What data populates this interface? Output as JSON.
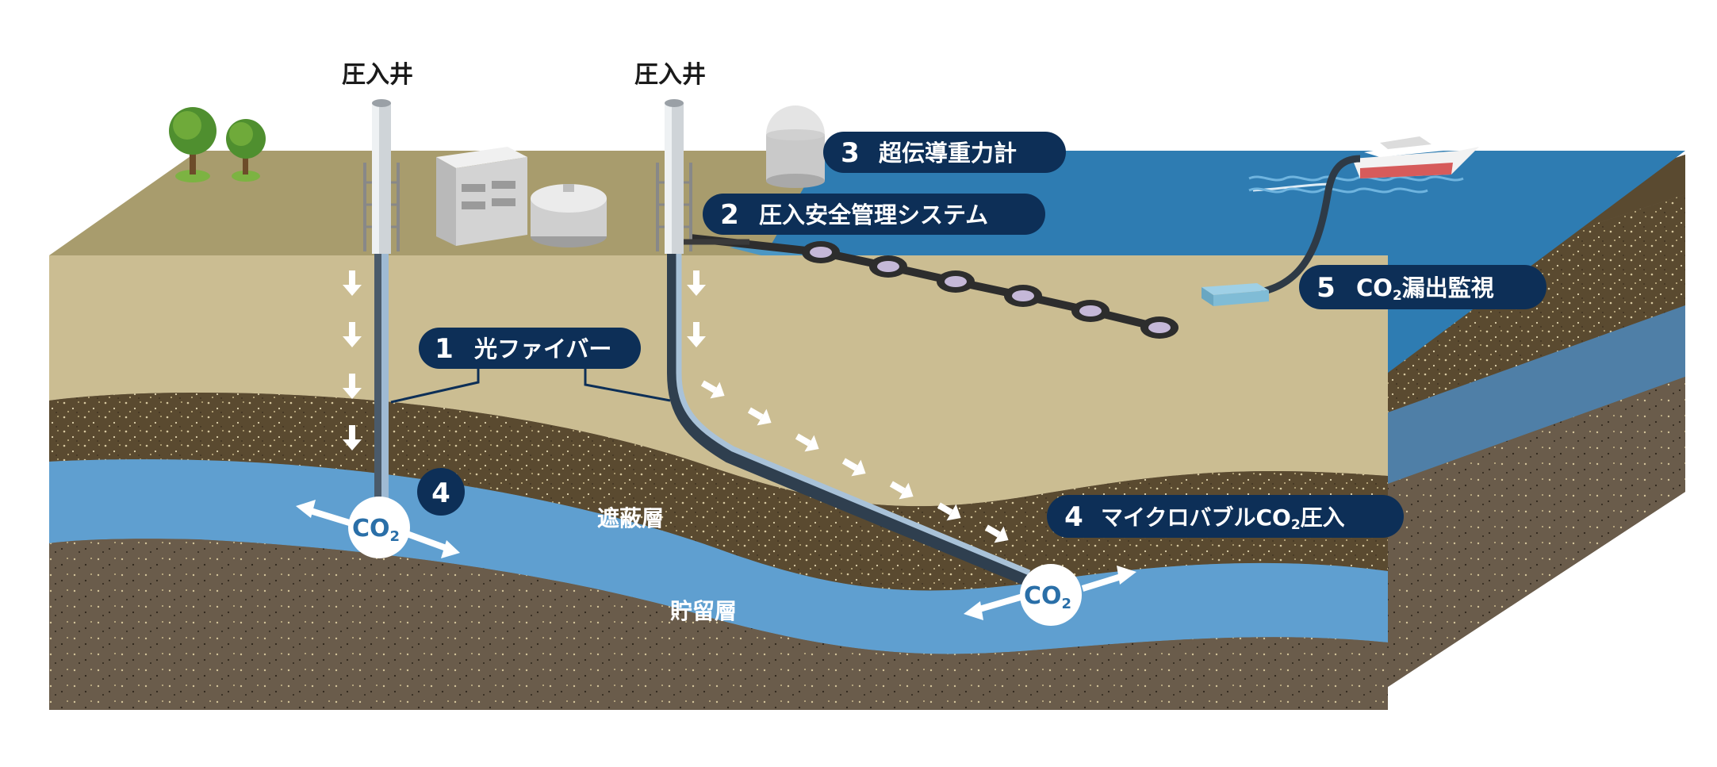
{
  "wells": [
    {
      "label": "圧入井"
    },
    {
      "label": "圧入井"
    }
  ],
  "callouts": [
    {
      "number": "1",
      "text": "光ファイバー"
    },
    {
      "number": "2",
      "text": "圧入安全管理システム"
    },
    {
      "number": "3",
      "text": "超伝導重力計"
    },
    {
      "number": "4",
      "text": ""
    },
    {
      "number": "4",
      "text": "マイクロバブル",
      "co2": "CO",
      "sub": "2",
      "after": "圧入"
    },
    {
      "number": "5",
      "text": "",
      "co2": "CO",
      "sub": "2",
      "after": "漏出監視"
    }
  ],
  "layers": {
    "cap_rock": "遮蔽層",
    "reservoir": "貯留層"
  },
  "co2_bubbles": [
    {
      "co2": "CO",
      "sub": "2"
    },
    {
      "co2": "CO",
      "sub": "2"
    }
  ],
  "colors": {
    "navy": "#0d2f57",
    "sea": "#2f7bb0",
    "reservoir": "#5f9fd0",
    "sand": "#cbbd92",
    "ground_top": "#a79c6e",
    "cap_rock": "#5c4c32",
    "bedrock": "#7b6f5f"
  }
}
